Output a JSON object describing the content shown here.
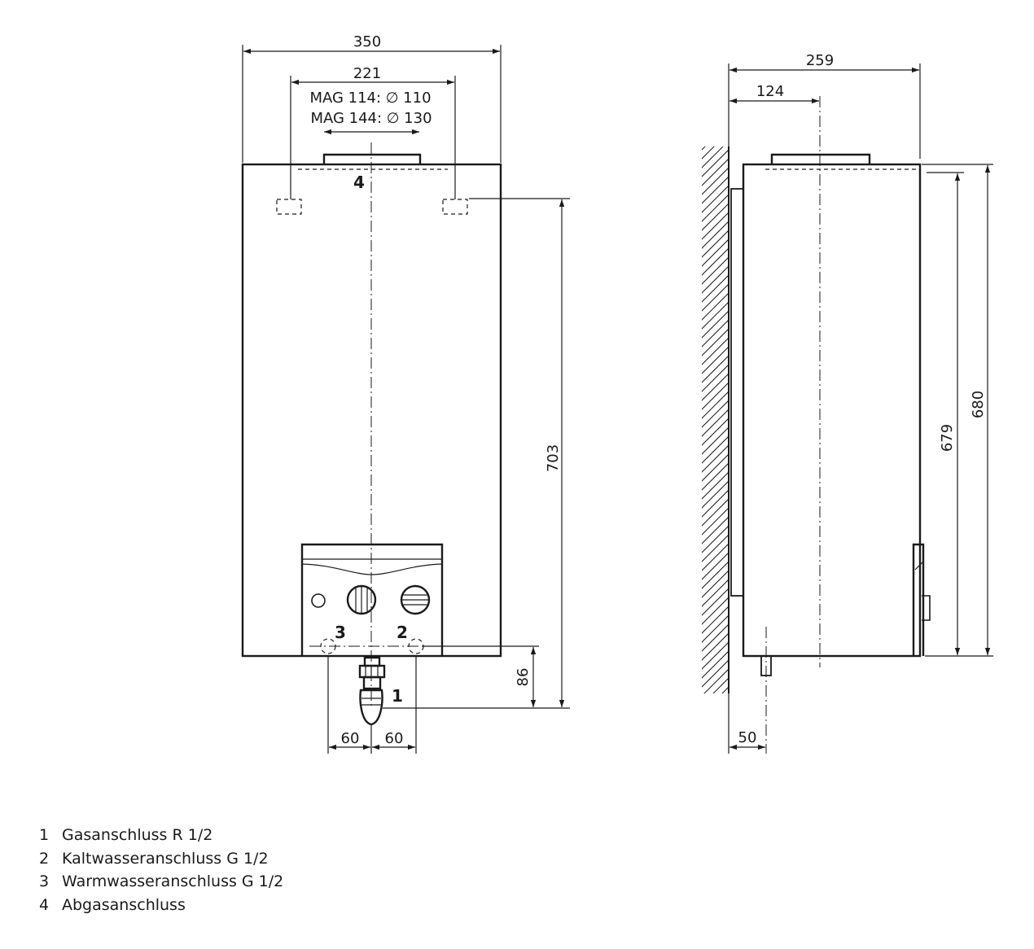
{
  "front_view": {
    "dim_width_total": "350",
    "dim_width_flue": "221",
    "flue_label_1": "MAG 114: ∅ 110",
    "flue_label_2": "MAG 144: ∅ 130",
    "dim_height_mount": "703",
    "dim_height_gas": "86",
    "dim_offset_left": "60",
    "dim_offset_right": "60",
    "marker_1": "1",
    "marker_2": "2",
    "marker_3": "3",
    "marker_4": "4"
  },
  "side_view": {
    "dim_depth_total": "259",
    "dim_depth_flue": "124",
    "dim_height_679": "679",
    "dim_height_680": "680",
    "dim_wall_offset": "50"
  },
  "legend": [
    {
      "num": "1",
      "text": "Gasanschluss R 1/2"
    },
    {
      "num": "2",
      "text": "Kaltwasseranschluss G 1/2"
    },
    {
      "num": "3",
      "text": "Warmwasseranschluss G 1/2"
    },
    {
      "num": "4",
      "text": "Abgasanschluss"
    }
  ]
}
